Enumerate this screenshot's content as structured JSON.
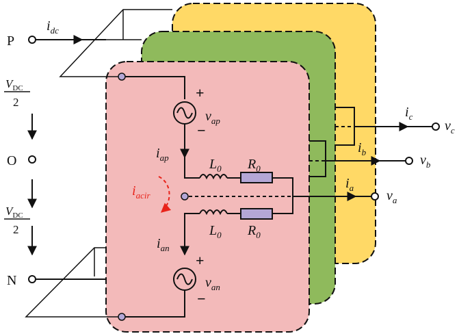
{
  "terminals": {
    "p": "P",
    "o": "O",
    "n": "N"
  },
  "dc_current": {
    "main": "i",
    "sub": "dc"
  },
  "dc_half_upper": {
    "v": "V",
    "sub": "DC",
    "den": "2"
  },
  "dc_half_lower": {
    "v": "V",
    "sub": "DC",
    "den": "2"
  },
  "upper_source": {
    "v": "v",
    "sub": "ap",
    "plus": "+",
    "minus": "−"
  },
  "lower_source": {
    "v": "v",
    "sub": "an",
    "plus": "+",
    "minus": "−"
  },
  "upper_arm_current": {
    "main": "i",
    "sub": "ap"
  },
  "lower_arm_current": {
    "main": "i",
    "sub": "an"
  },
  "circulating_current": {
    "main": "i",
    "sub": "acir"
  },
  "upper_inductor": {
    "main": "L",
    "sub": "0"
  },
  "upper_resistor": {
    "main": "R",
    "sub": "0"
  },
  "lower_inductor": {
    "main": "L",
    "sub": "0"
  },
  "lower_resistor": {
    "main": "R",
    "sub": "0"
  },
  "phase_a": {
    "i": "i",
    "i_sub": "a",
    "v": "v",
    "v_sub": "a"
  },
  "phase_b": {
    "i": "i",
    "i_sub": "b",
    "v": "v",
    "v_sub": "b"
  },
  "phase_c": {
    "i": "i",
    "i_sub": "c",
    "v": "v",
    "v_sub": "c"
  },
  "colors": {
    "phase_a_panel": "#F3BABA",
    "phase_b_panel": "#8FBA5C",
    "phase_c_panel": "#FFD966",
    "resistor": "#B4A7D6",
    "circulating_arrow": "#E8231A"
  }
}
